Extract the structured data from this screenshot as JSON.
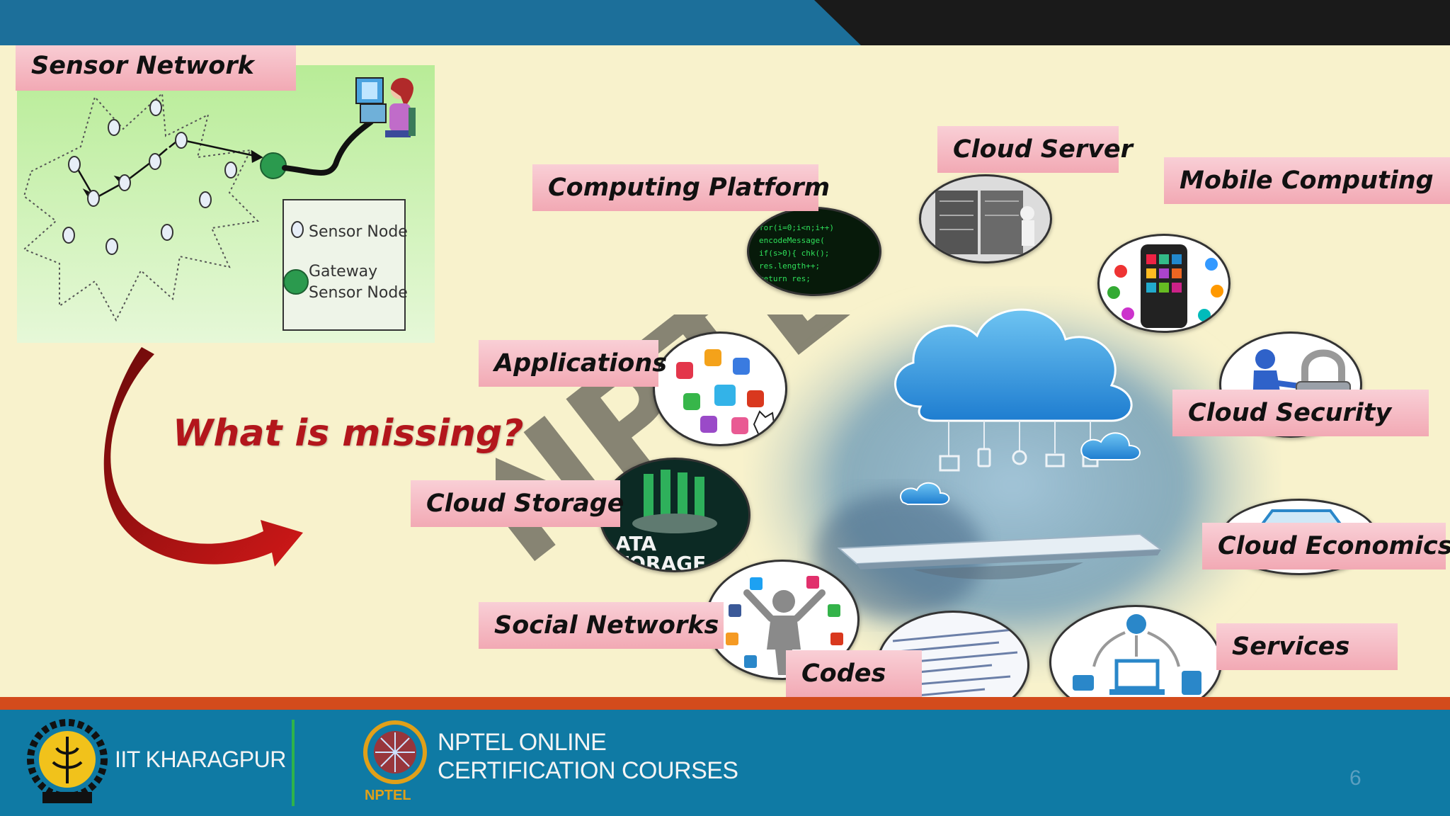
{
  "slide": {
    "sensor_network_title": "Sensor Network",
    "legend": {
      "sensor_node": "Sensor Node",
      "gateway_line1": "Gateway",
      "gateway_line2": "Sensor Node"
    },
    "question": "What is missing?"
  },
  "labels": {
    "computing_platform": "Computing Platform",
    "cloud_server": "Cloud Server",
    "mobile_computing": "Mobile Computing",
    "applications": "Applications",
    "cloud_security": "Cloud Security",
    "cloud_storage": "Cloud Storage",
    "cloud_economics": "Cloud Economics",
    "social_networks": "Social Networks",
    "codes": "Codes",
    "services": "Services"
  },
  "bubble_text": {
    "data_storage_line1": "ATA",
    "data_storage_line2": "TORAGE"
  },
  "watermark": "NPTEL",
  "footer": {
    "institute": "IIT KHARAGPUR",
    "line1": "NPTEL ONLINE",
    "line2": "CERTIFICATION COURSES",
    "nptel_small": "NPTEL",
    "page_number": "6"
  },
  "colors": {
    "background": "#f8f2cc",
    "label_fill": "#f2a9b4",
    "accent_red": "#b3161c",
    "footer_blue": "#0f7aa4",
    "footer_orange": "#d34b1c",
    "top_blue": "#1c6f9a",
    "top_dark": "#1a1a1a"
  }
}
